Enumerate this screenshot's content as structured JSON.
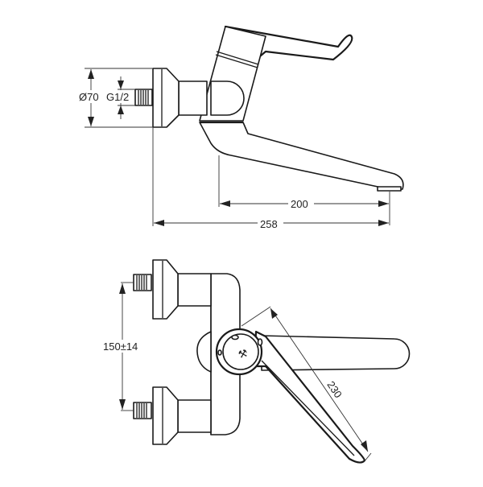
{
  "drawing": {
    "subject": "wall-mounted single-lever basin mixer",
    "colors": {
      "line": "#1a1a1a",
      "dimension": "#333333",
      "background": "#ffffff"
    },
    "side_view": {
      "dimensions": {
        "flange_diameter": "Ø70",
        "thread": "G1/2",
        "spout_reach": "200",
        "overall_projection": "258"
      }
    },
    "top_view": {
      "dimensions": {
        "inlet_centers": "150±14",
        "lever_length": "230"
      }
    }
  }
}
